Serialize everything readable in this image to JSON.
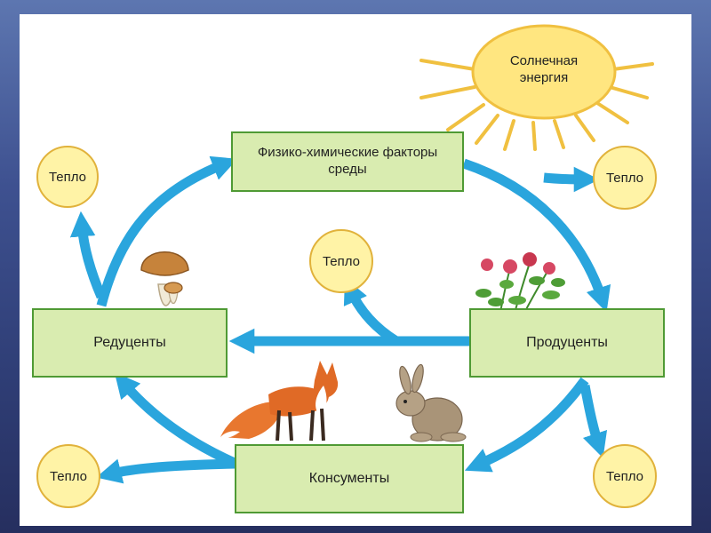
{
  "labels": {
    "physical_factors": "Физико-химические факторы среды",
    "producers": "Продуценты",
    "consumers": "Консументы",
    "reducers": "Редуценты",
    "solar_energy": "Солнечная энергия",
    "heat": "Тепло"
  },
  "colors": {
    "arrow": "#2aa5dd",
    "box_fill": "#d9ecb0",
    "box_border": "#4f9a34",
    "heat_fill": "#fff3a6",
    "heat_border": "#e1b23b",
    "sun": "#ffe680",
    "sun_ray": "#f0c040"
  }
}
